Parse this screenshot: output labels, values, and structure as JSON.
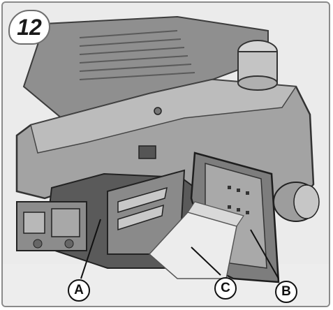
{
  "step_number": "12",
  "callouts": {
    "a": "A",
    "b": "B",
    "c": "C"
  },
  "colors": {
    "housing": "#9b9b9b",
    "housing_dark": "#6a6a6a",
    "filter_pad": "#e9e9e9",
    "background": "#ebebeb",
    "frame": "#8a8a8a"
  }
}
